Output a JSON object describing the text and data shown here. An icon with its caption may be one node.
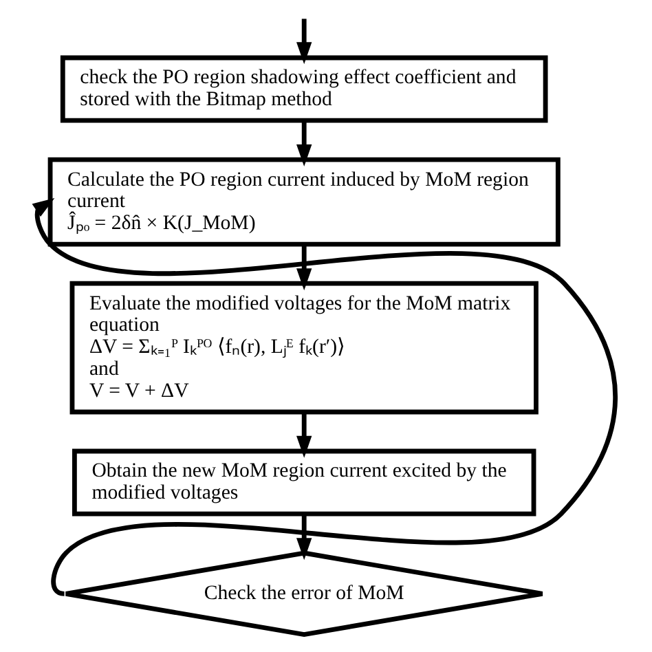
{
  "diagram": {
    "nodes": [
      {
        "text": [
          "check the PO region shadowing effect coefficient and stored with the Bitmap method"
        ]
      },
      {
        "text": [
          "Calculate the PO region current induced by MoM region current",
          "Ĵₚₒ = 2δn̂ × K(J_MoM)"
        ]
      },
      {
        "text": [
          "Evaluate the modified voltages for the MoM matrix equation",
          "ΔV = Σₖ₌₁ᴾ Iₖᴾᴼ ⟨fₙ(r), Lⱼᴱ fₖ(r′)⟩",
          "and",
          "V = V + ΔV"
        ]
      },
      {
        "text": [
          "Obtain the new MoM region current excited by the modified voltages"
        ]
      },
      {
        "text": [
          "Check the error of MoM"
        ]
      }
    ],
    "edges": [
      {
        "from": null,
        "to": 0,
        "arrow": "to"
      },
      {
        "from": 0,
        "to": 1,
        "arrow": "to"
      },
      {
        "from": 1,
        "to": 2,
        "arrow": "to"
      },
      {
        "from": 2,
        "to": 3,
        "arrow": "to"
      },
      {
        "from": 3,
        "to": 4,
        "arrow": "to"
      },
      {
        "from": 4,
        "to": 1,
        "arrow": "to"
      }
    ]
  }
}
